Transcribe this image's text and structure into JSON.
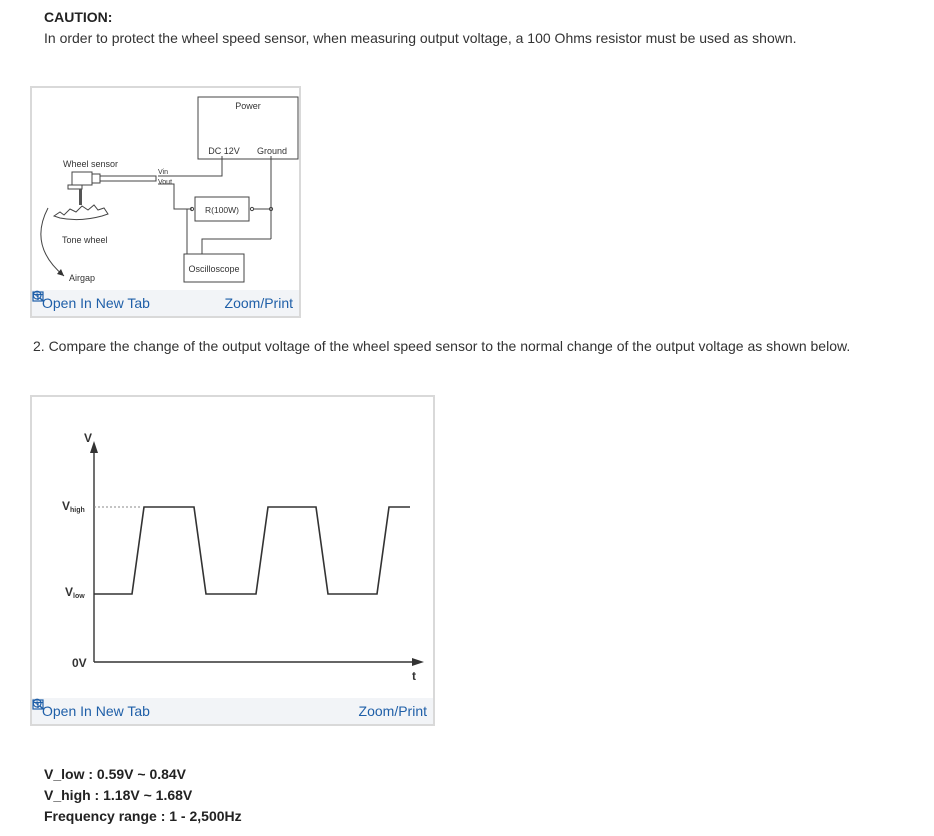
{
  "caution": {
    "title": "CAUTION:",
    "text": "In order to protect the wheel speed sensor, when measuring output voltage, a 100 Ohms resistor must be used as shown."
  },
  "figure1": {
    "labels": {
      "power": "Power",
      "dc12v": "DC 12V",
      "ground": "Ground",
      "wheel_sensor": "Wheel sensor",
      "vin": "Vin",
      "vout": "Vout",
      "resistor": "R(100W)",
      "tone_wheel": "Tone wheel",
      "oscilloscope": "Oscilloscope",
      "airgap": "Airgap"
    },
    "open_tab": "Open In New Tab",
    "zoom": "Zoom/Print"
  },
  "step2": "2. Compare the change of the output voltage of the wheel speed sensor to the normal change of the output voltage as shown below.",
  "figure2": {
    "labels": {
      "v_axis": "V",
      "v_high": "V",
      "v_high_sub": "high",
      "v_low": "V",
      "v_low_sub": "low",
      "zero_v": "0V",
      "t_axis": "t"
    },
    "open_tab": "Open In New Tab",
    "zoom": "Zoom/Print"
  },
  "specs": {
    "v_low": "V_low : 0.59V ~ 0.84V",
    "v_high": "V_high : 1.18V ~ 1.68V",
    "frequency": "Frequency range : 1 - 2,500Hz"
  },
  "colors": {
    "link": "#1f5fa8",
    "footer_bg": "#f2f4f7",
    "border": "#d9d9d9"
  }
}
